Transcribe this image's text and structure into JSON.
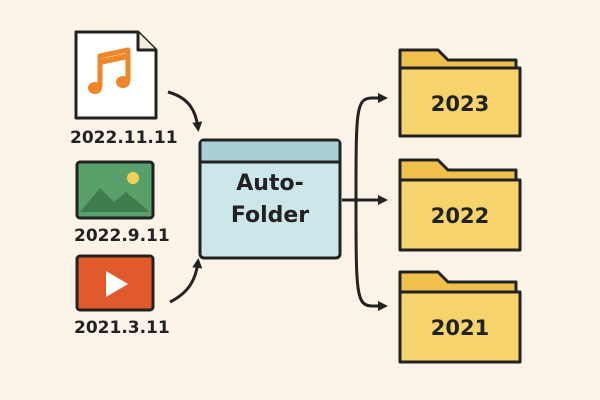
{
  "files": [
    {
      "icon": "music-note-icon",
      "date": "2022.11.11",
      "color": "#f0862a"
    },
    {
      "icon": "landscape-image-icon",
      "date": "2022.9.11",
      "color": "#5aa06a"
    },
    {
      "icon": "video-play-icon",
      "date": "2021.3.11",
      "color": "#e05a2b"
    }
  ],
  "app": {
    "label_line1": "Auto-",
    "label_line2": "Folder",
    "fill": "#cde6ea"
  },
  "folders": [
    {
      "label": "2023",
      "icon": "folder-icon"
    },
    {
      "label": "2022",
      "icon": "folder-icon"
    },
    {
      "label": "2021",
      "icon": "folder-icon"
    }
  ],
  "colors": {
    "background": "#fbf3e7",
    "outline": "#222222",
    "folder_fill": "#f6d36b",
    "folder_tab": "#f0c04c"
  }
}
